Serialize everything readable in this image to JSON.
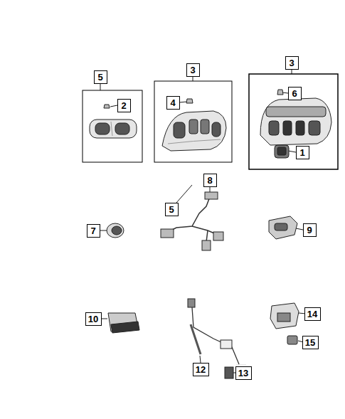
{
  "diagram": {
    "nodes": [
      {
        "text": [
          "3"
        ]
      },
      {
        "text": [
          "3"
        ]
      },
      {
        "text": [
          "5"
        ]
      },
      {
        "text": [
          "6"
        ]
      },
      {
        "text": [
          "4"
        ]
      },
      {
        "text": [
          "2"
        ]
      },
      {
        "text": [
          "1"
        ]
      },
      {
        "text": [
          "8"
        ]
      },
      {
        "text": [
          "5"
        ]
      },
      {
        "text": [
          "7"
        ]
      },
      {
        "text": [
          "9"
        ]
      },
      {
        "text": [
          "10"
        ]
      },
      {
        "text": [
          "14"
        ]
      },
      {
        "text": [
          "15"
        ]
      },
      {
        "text": [
          "12"
        ]
      },
      {
        "text": [
          "13"
        ]
      }
    ],
    "edges": []
  }
}
